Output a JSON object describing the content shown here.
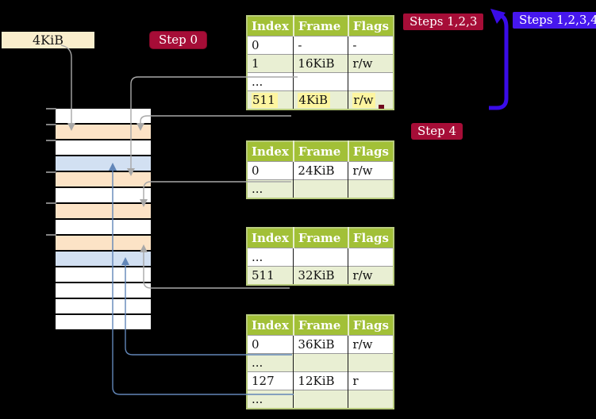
{
  "labels": {
    "frame_4kib": "4KiB",
    "step0": "Step 0",
    "steps123": "Steps 1,2,3",
    "steps1234": "Steps 1,2,3,4",
    "step4": "Step 4"
  },
  "colors": {
    "background": "#000000",
    "badge_red": "#a60d37",
    "badge_blue": "#4617ee",
    "big_arrow_blue": "#3a0ce8",
    "connector_gray": "#a8a8a8",
    "connector_blue": "#6286b8",
    "table_header_green": "#a2c037",
    "table_row_green": "#e9efd3",
    "highlight_yellow": "#fdf5a0",
    "memory_frame_peach": "#fce3c6",
    "memory_frame_blue": "#d2e0f2",
    "frame_label_bg": "#faeecd"
  },
  "memory": {
    "row_colors": [
      "white",
      "peach",
      "white",
      "blue",
      "peach",
      "white",
      "peach",
      "white",
      "peach",
      "blue",
      "white",
      "white",
      "white",
      "white"
    ]
  },
  "tables": [
    {
      "headers": [
        "Index",
        "Frame",
        "Flags"
      ],
      "rows": [
        {
          "shade": "white",
          "cells": [
            "0",
            "-",
            "-"
          ]
        },
        {
          "shade": "green",
          "cells": [
            "1",
            "16KiB",
            "r/w"
          ]
        },
        {
          "shade": "white",
          "cells": [
            "...",
            "",
            ""
          ]
        },
        {
          "shade": "green",
          "highlight": true,
          "cells": [
            "511",
            "4KiB",
            "r/w"
          ]
        }
      ]
    },
    {
      "headers": [
        "Index",
        "Frame",
        "Flags"
      ],
      "rows": [
        {
          "shade": "white",
          "cells": [
            "0",
            "24KiB",
            "r/w"
          ]
        },
        {
          "shade": "green",
          "cells": [
            "...",
            "",
            ""
          ]
        }
      ]
    },
    {
      "headers": [
        "Index",
        "Frame",
        "Flags"
      ],
      "rows": [
        {
          "shade": "white",
          "cells": [
            "...",
            "",
            ""
          ]
        },
        {
          "shade": "green",
          "cells": [
            "511",
            "32KiB",
            "r/w"
          ]
        }
      ]
    },
    {
      "headers": [
        "Index",
        "Frame",
        "Flags"
      ],
      "rows": [
        {
          "shade": "white",
          "cells": [
            "0",
            "36KiB",
            "r/w"
          ]
        },
        {
          "shade": "green",
          "cells": [
            "...",
            "",
            ""
          ]
        },
        {
          "shade": "white",
          "cells": [
            "127",
            "12KiB",
            "r"
          ]
        },
        {
          "shade": "green",
          "cells": [
            "...",
            "",
            ""
          ]
        }
      ]
    }
  ],
  "connections": [
    {
      "from": "label 4KiB",
      "to": "memory frame at 4KiB",
      "color": "gray"
    },
    {
      "from": "table1 index 511 (4KiB)",
      "to": "memory frame at 4KiB",
      "color": "gray"
    },
    {
      "from": "table1 index 1 (16KiB)",
      "to": "memory frame at 16KiB",
      "color": "gray"
    },
    {
      "from": "table2 index 0 (24KiB)",
      "to": "memory frame at 24KiB",
      "color": "gray"
    },
    {
      "from": "table3 index 511 (32KiB)",
      "to": "memory frame at 32KiB",
      "color": "gray"
    },
    {
      "from": "table4 index 0 (36KiB)",
      "to": "memory frame at 36KiB",
      "color": "blue"
    },
    {
      "from": "table4 index 127 (12KiB)",
      "to": "memory frame at 12KiB",
      "color": "blue"
    },
    {
      "from": "table1 row 511",
      "to": "table1 top (recursive loop)",
      "color": "big-blue"
    }
  ]
}
